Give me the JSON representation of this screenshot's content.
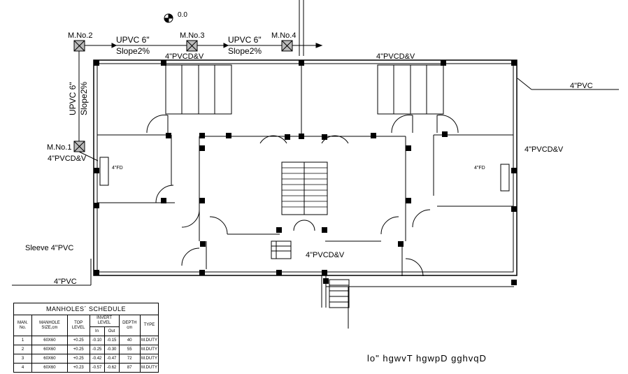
{
  "north": {
    "label": "0.0"
  },
  "manholes": [
    {
      "id": "mh1",
      "label": "M.No.1"
    },
    {
      "id": "mh2",
      "label": "M.No.2"
    },
    {
      "id": "mh3",
      "label": "M.No.3"
    },
    {
      "id": "mh4",
      "label": "M.No.4"
    }
  ],
  "pipes": {
    "upvc_top_1": "UPVC  6\"",
    "slope_top_1": "Slope2%",
    "upvc_top_2": "UPVC  6\"",
    "slope_top_2": "Slope2%",
    "upvc_left": "UPVC  6\"",
    "slope_left": "Slope2%"
  },
  "annotations": {
    "pvc_top_left": "4\"PVCD&V",
    "pvc_top_right": "4\"PVCD&V",
    "pvc_left": "4\"PVCD&V",
    "pvc_right": "4\"PVCD&V",
    "pvc_center": "4\"PVCD&V",
    "sleeve": "Sleeve  4\"PVC",
    "pvc_bottom_left": "4\"PVC",
    "pvc_right_top": "4\"PVC",
    "fd_right": "4\"FD",
    "fd_left": "4\"FD"
  },
  "schedule": {
    "title": "MANHOLES´ SCHEDULE",
    "headers": {
      "no": "MAN. No.",
      "size": "MANHOLE SIZE,cm",
      "top": "TOP LEVEL",
      "invert": "INVERT LEVEL",
      "in": "In",
      "out": "Out",
      "depth": "DEPTH cm",
      "type": "TYPE"
    },
    "rows": [
      {
        "no": "1",
        "size": "60X60",
        "top": "+0.25",
        "in": "-0.10",
        "out": "-0.15",
        "depth": "40",
        "type": "M.DUTY"
      },
      {
        "no": "2",
        "size": "60X60",
        "top": "+0.25",
        "in": "-0.25",
        "out": "-0.30",
        "depth": "55",
        "type": "M.DUTY"
      },
      {
        "no": "3",
        "size": "60X60",
        "top": "+0.25",
        "in": "-0.42",
        "out": "-0.47",
        "depth": "72",
        "type": "M.DUTY"
      },
      {
        "no": "4",
        "size": "60X60",
        "top": "+0.23",
        "in": "-0.57",
        "out": "-0.62",
        "depth": "87",
        "type": "M.DUTY"
      }
    ]
  },
  "footer": "lo\" hgwvT hgwpD gghvqD"
}
